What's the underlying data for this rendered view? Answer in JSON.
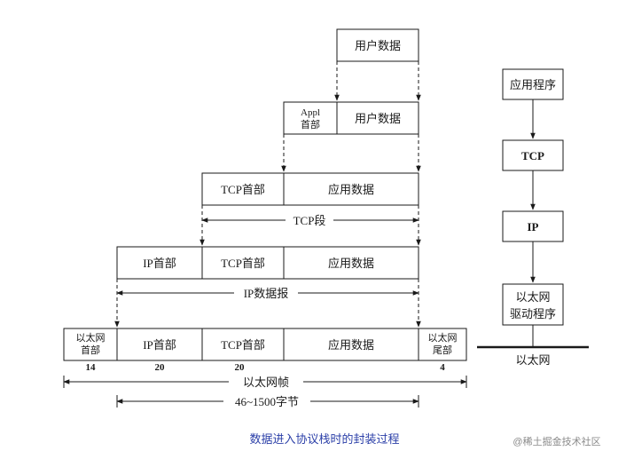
{
  "encapsulation": {
    "user_data": "用户数据",
    "appl_header": [
      "Appl",
      "首部"
    ],
    "tcp_header": "TCP首部",
    "app_data": "应用数据",
    "tcp_segment": "TCP段",
    "ip_header": "IP首部",
    "ip_datagram": "IP数据报",
    "eth_header": [
      "以太网",
      "首部"
    ],
    "eth_trailer": [
      "以太网",
      "尾部"
    ],
    "eth_frame": "以太网帧",
    "frame_range": "46~1500字节",
    "sizes": {
      "eth_header": "14",
      "ip_header": "20",
      "tcp_header": "20",
      "eth_trailer": "4"
    }
  },
  "stack": {
    "app": "应用程序",
    "tcp": "TCP",
    "ip": "IP",
    "driver": [
      "以太网",
      "驱动程序"
    ],
    "wire": "以太网"
  },
  "caption": "数据进入协议栈时的封装过程",
  "watermark": "@稀土掘金技术社区",
  "colors": {
    "caption": "#2b3fa8",
    "ink": "#1a1a1a",
    "watermark": "#8a8a8a"
  }
}
